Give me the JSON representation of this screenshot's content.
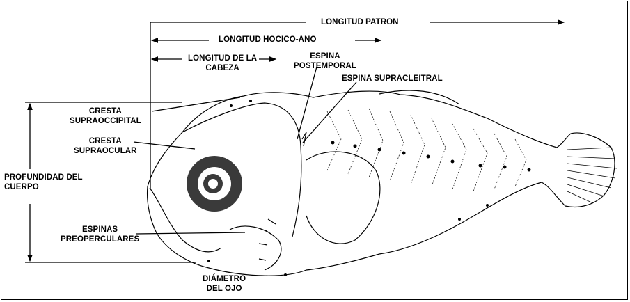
{
  "labels": {
    "standard_length": "LONGITUD PATRON",
    "snout_anus_length": "LONGITUD HOCICO-ANO",
    "head_length": "LONGITUD DE LA\nCABEZA",
    "posttemporal_spine": "ESPINA\nPOSTEMPORAL",
    "supracleithral_spine": "ESPINA SUPRACLEITRAL",
    "supraoccipital_crest": "CRESTA\nSUPRAOCCIPITAL",
    "supraocular_crest": "CRESTA\nSUPRAOCULAR",
    "body_depth": "PROFUNDIDAD DEL\nCUERPO",
    "preopercular_spines": "ESPINAS\nPREOPERCULARES",
    "eye_diameter": "DIÁMETRO\nDEL OJO"
  },
  "colors": {
    "ink": "#000000",
    "eye_ring": "#3a3a3a",
    "background": "#ffffff"
  }
}
